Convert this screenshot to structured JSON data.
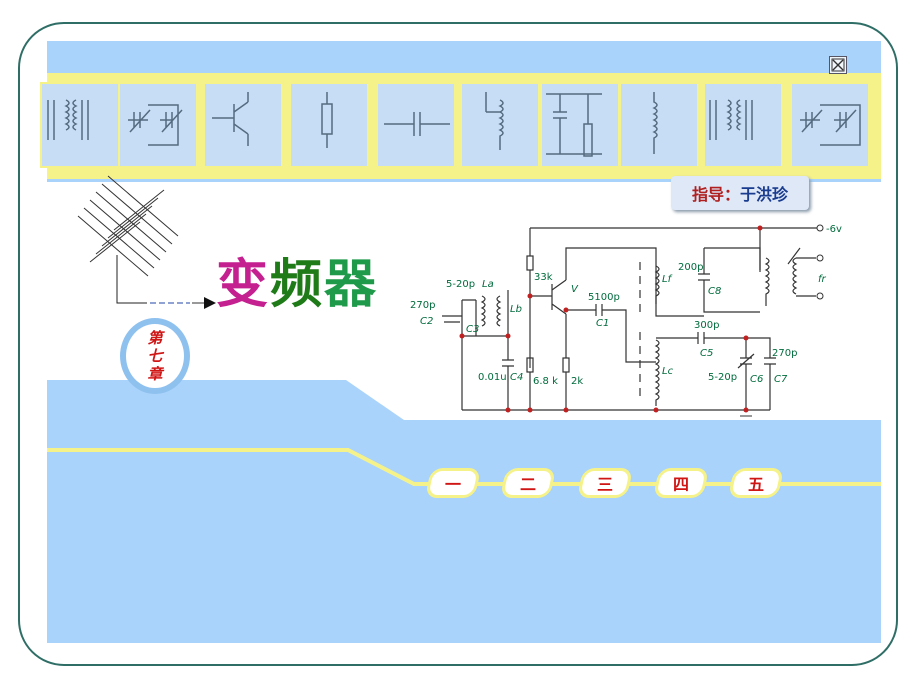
{
  "window": {
    "close_icon": "close-x-icon"
  },
  "tutor": {
    "label": "指导：",
    "name": "于洪珍"
  },
  "title": {
    "char1": "变",
    "char2": "频",
    "char3": "器"
  },
  "chapter_badge": {
    "line1": "第",
    "line2": "七",
    "line3": "章"
  },
  "nav": {
    "items": [
      "一",
      "二",
      "三",
      "四",
      "五"
    ]
  },
  "circuit": {
    "labels": {
      "supply": "-6v",
      "r1": "33k",
      "tuning_cap": "5-20p",
      "la": "La",
      "c2_value": "270p",
      "c2": "C2",
      "c3": "C3",
      "lb": "Lb",
      "transistor": "V",
      "c1_value": "5100p",
      "c1": "C1",
      "lf": "Lf",
      "c8_value": "200p",
      "c8": "C8",
      "fr": "fr",
      "c5_value": "300p",
      "c5": "C5",
      "c4_value": "0.01u",
      "c4": "C4",
      "r2": "6.8 k",
      "r3": "2k",
      "lc": "Lc",
      "c6_value": "5-20p",
      "c6": "C6",
      "c7_value": "270p",
      "c7": "C7"
    }
  }
}
